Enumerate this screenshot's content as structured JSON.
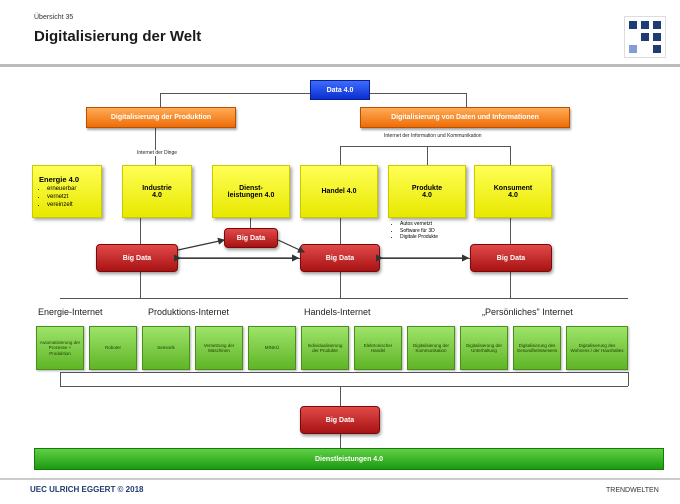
{
  "header": {
    "subtitle": "Übersicht 35",
    "title": "Digitalisierung der Welt"
  },
  "top": {
    "data_label": "Data 4.0"
  },
  "orange": {
    "left": "Digitalisierung der Produktion",
    "right": "Digitalisierung von Daten und Informationen"
  },
  "small_labels": {
    "internet_der_dinge": "Internet der Dinge",
    "internet_info": "Internet der Information und Kommunikation"
  },
  "yellow": {
    "energie": {
      "title": "Energie 4.0",
      "bullets": [
        "erneuerbar",
        "vernetzt",
        "vereinzelt"
      ]
    },
    "industrie": "Industrie 4.0",
    "dienstleistungen": "Dienst-leistungen 4.0",
    "handel": "Handel 4.0",
    "produkte": "Produkte 4.0",
    "konsument": "Konsument 4.0"
  },
  "produkte_notes": [
    "Autos vernetzt",
    "Software für 3D",
    "Digitale Produkte"
  ],
  "big_data_label": "Big Data",
  "sections": [
    "Energie-Internet",
    "Produktions-Internet",
    "Handels-Internet",
    "„Persönliches\" Internet"
  ],
  "green_boxes": [
    "Automatisierung der Prozesse + Produktion",
    "Roboter",
    "Sensorik",
    "Vernetzung der Maschinen",
    "MINKÜ",
    "Individualisierung der Produkte",
    "Elektronischer Handel",
    "Digitalisierung der Kommunikation",
    "Digitalisierung der Unterhaltung",
    "Digitalisierung des Gesundheitswesens",
    "Digitalisierung des Wohnens / der Haushaltes"
  ],
  "bottom": {
    "dienstleistungen": "Dienstleistungen 4.0"
  },
  "footer": {
    "left": "UEC ULRICH EGGERT © 2018",
    "right": "TRENDWELTEN"
  }
}
